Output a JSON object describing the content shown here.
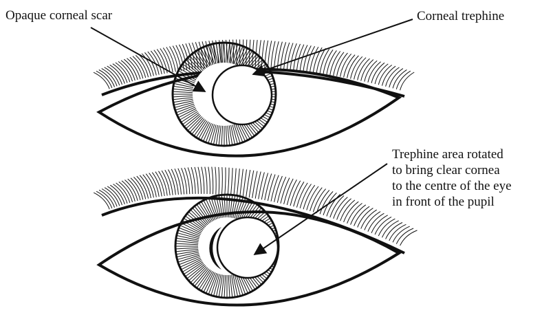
{
  "labels": {
    "opaque_scar": "Opaque corneal scar",
    "corneal_trephine": "Corneal trephine",
    "rotated": [
      "Trephine area rotated",
      "to bring clear cornea",
      "to the centre of the eye",
      "in front of the pupil"
    ]
  },
  "colors": {
    "ink": "#111111",
    "background": "#ffffff"
  }
}
